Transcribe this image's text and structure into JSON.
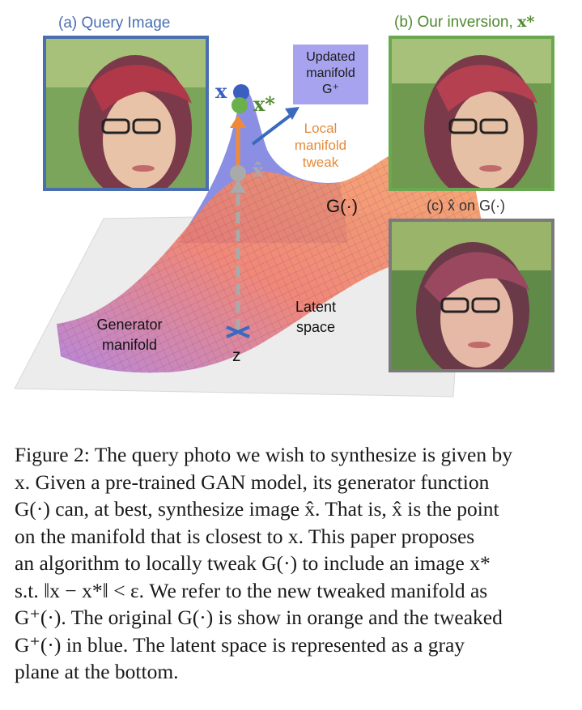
{
  "figure": {
    "label_a": "(a) Query Image",
    "label_b_prefix": "(b) Our inversion,",
    "label_b_symbol": "x*",
    "label_c": "(c) x̂ on G(·)",
    "updated_box": "Updated\nmanifold\nG⁺",
    "updated_line1": "Updated",
    "updated_line2": "manifold",
    "updated_line3": "G⁺",
    "local_line1": "Local",
    "local_line2": "manifold",
    "local_line3": "tweak",
    "g_label": "G(·)",
    "x_label": "x",
    "xstar_label": "x*",
    "xhat_label": "x̂",
    "z_label": "z",
    "latent_line1": "Latent",
    "latent_line2": "space",
    "generator_line1": "Generator",
    "generator_line2": "manifold",
    "colors": {
      "query_border": "#4a6fb0",
      "inversion_border": "#6aa84f",
      "xhat_border": "#7a7a7a",
      "orange_text": "#e58a3a",
      "green_text": "#4f8a2f",
      "blue_text": "#4a6fb0",
      "updated_box_bg": "#a8a3ee"
    }
  },
  "caption": {
    "lines": [
      "Figure 2: The query photo we wish to synthesize is given by",
      "x. Given a pre-trained GAN model, its generator function",
      "G(·) can, at best, synthesize image x̂. That is, x̂ is the point",
      "on the manifold that is closest to x. This paper proposes",
      "an algorithm to locally tweak G(·) to include an image x*",
      "s.t. ‖x − x*‖ < ε. We refer to the new tweaked manifold as",
      "G⁺(·). The original G(·) is show in orange and the tweaked",
      "G⁺(·) in blue. The latent space is represented as a gray",
      "plane at the bottom."
    ]
  }
}
